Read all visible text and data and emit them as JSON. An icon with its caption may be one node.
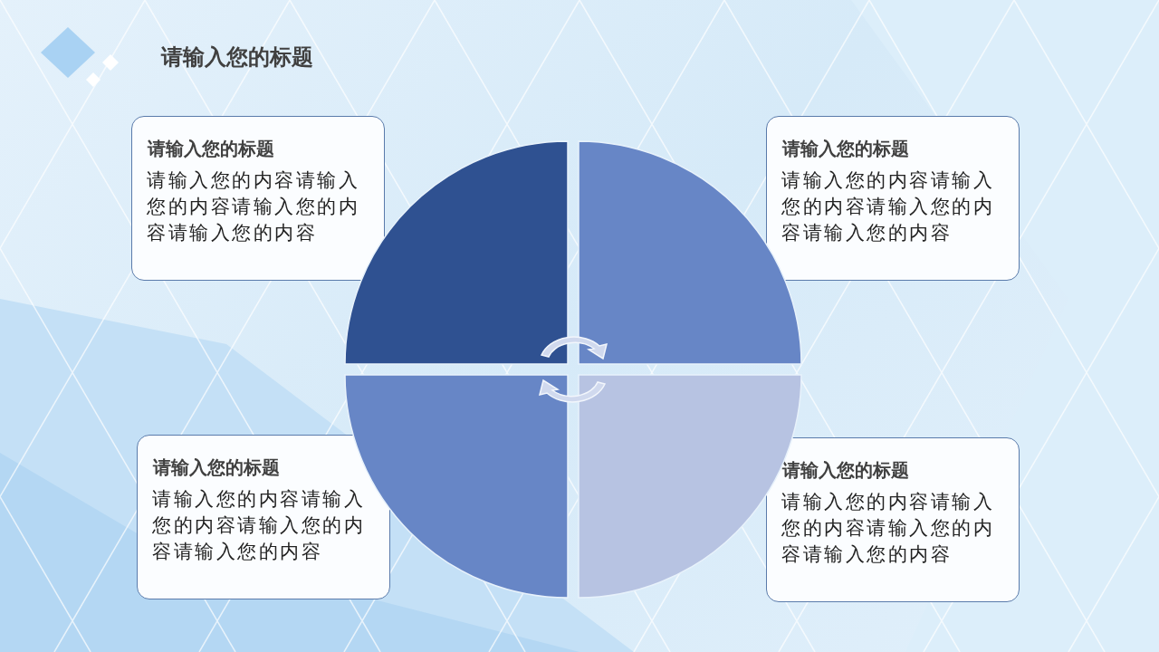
{
  "diagram": {
    "title": "请输入您的标题",
    "nodes": [
      {
        "text": [
          "请输入您的标题",
          "请输入您的内容请输入您的内容请输入您的内容请输入您的内容"
        ]
      },
      {
        "text": [
          "请输入您的标题",
          "请输入您的内容请输入您的内容请输入您的内容请输入您的内容"
        ]
      },
      {
        "text": [
          "请输入您的标题",
          "请输入您的内容请输入您的内容请输入您的内容请输入您的内容"
        ]
      },
      {
        "text": [
          "请输入您的标题",
          "请输入您的内容请输入您的内容请输入您的内容请输入您的内容"
        ]
      }
    ]
  }
}
